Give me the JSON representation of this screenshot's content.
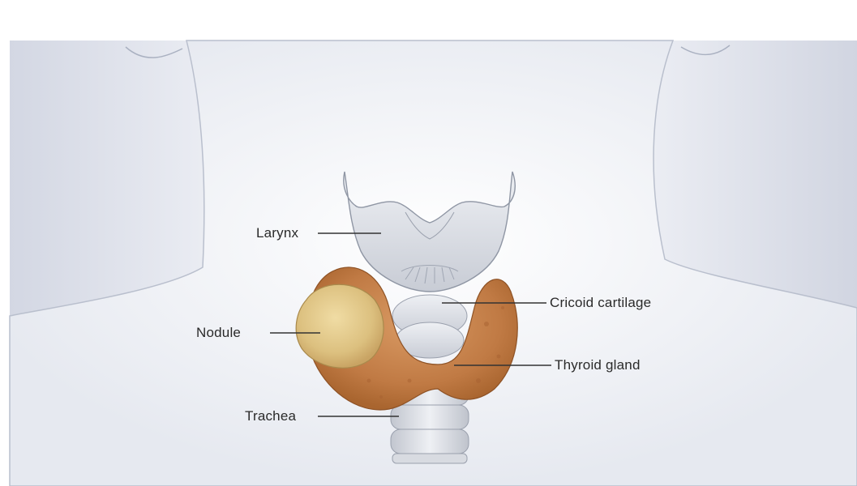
{
  "diagram": {
    "labels": {
      "larynx": "Larynx",
      "nodule": "Nodule",
      "cricoid": "Cricoid cartilage",
      "thyroid": "Thyroid gland",
      "trachea": "Trachea"
    }
  },
  "colors": {
    "skin": "#eef0f5",
    "shadow": "#c9cedb",
    "thyroid": "#c98a52",
    "nodule": "#e2c98c",
    "cartilage": "#d4d8df",
    "leader_line": "#333333"
  }
}
